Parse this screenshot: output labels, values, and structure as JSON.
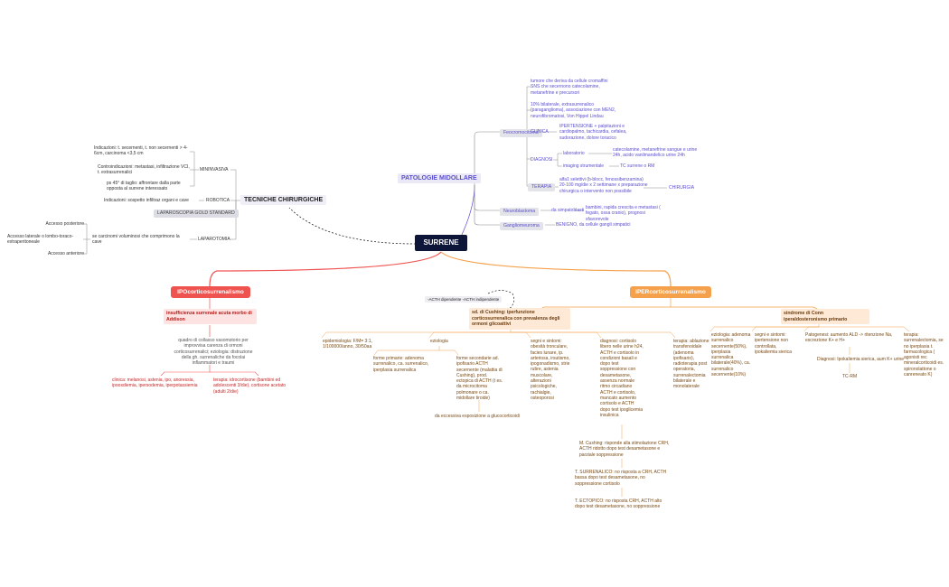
{
  "root": "SURRENE",
  "left_top": {
    "tecniche": "TECNICHE CHIRURGICHE",
    "mininvasiva": "MININVASIVA",
    "mininvasiva_items": [
      "Indicazioni: t. secernenti, t. non secernenti > 4-6cm, carcinoma <3,5 cm",
      "Controindicazioni: metastasi, infiltrazione VCI, t. extrasurrenalici",
      "ps 45° di taglio: affrontare dalla parte opposta al surrene interessato"
    ],
    "robotica": "ROBOTICA",
    "robotica_item": "Indicazioni: sospetto infiltraz organi e cave",
    "laparoscopia": "LAPAROSCOPIA GOLD STANDARD",
    "laparotomia": "LAPAROTOMIA",
    "laparotomia_item": "se carcinomi voluminosi che comprimono la cave",
    "accessi": [
      "Accesso posteriore",
      "Accesso laterale o lombo-toraco-extraperitoneale",
      "Accesso anteriore"
    ]
  },
  "right_top": {
    "patologie": "PATOLOGIE MIDOLLARE",
    "feo": "Feocromocitoma",
    "feo_items": [
      "tumore che deriva da cellule cromaffini SNS che secernono catecolamine, metanefrine e precursori",
      "10% bilaterale, extrasurrenalico (paraganglioma), associazione con MEN2, neurofibromatosi, Von Hippel Lindau"
    ],
    "clinica": "CLINICA",
    "clinica_text": "IPERTENSIONE + palpitazioni e cardiopalmo, tachicardia, cefalea, sudorazione, dolore toracico",
    "diagnosi": "DIAGNOSI",
    "laboratorio": "laboratorio",
    "laboratorio_text": "catecolamine, metanefrine sangue e urine 24h, acido vanilmandelico urine 24h",
    "imaging": "imaging strumentale",
    "imaging_text": "TC surrene o RM",
    "terapia": "TERAPIA",
    "terapia_text": "alfa1 selettivi (b-blocc, fenossibenzamina) 20-100 mg/die x 2 settimane x preparazione chirurgica o intervento non possibile",
    "chirurgia": "CHIRURGIA",
    "neuro": "Neuroblastoma",
    "neuro_mid": "da simpatoblasti",
    "neuro_text": "bambini, rapida crescita e metastasi ( fegato, ossa cranio), prognosi sfavorevole",
    "ganglio": "Gangliomeuroma",
    "ganglio_text": "BENIGNO, da cellule gangli simpatici"
  },
  "ipo": {
    "title": "IPOcorticosurrenalismo",
    "sub": "insufficienza surrenale acuta morbo di Addison",
    "desc": "quadro di collasso vasomotorio per improvvisa carenza di ormoni corticosurrenalici; eziologia: distruzione della gh. surrenaliche da focolai inflammatori e traumi",
    "clinica": "clinica: melanosi, astenia, ipo, anoressia, ipoosdiemia, ipersodemia, iperpotassiemia",
    "terapia": "terapia: idrocortisone (bambini ed adolescenti 3/die), cortisone acetato (adulti 2/die)"
  },
  "iper": {
    "title": "IPERcorticosurrenalismo",
    "acth": "-ACTH dipendente -ACTH indipendente",
    "cushing": "sd. di Cushing: iperfunzione corticosurrenalica con prevalenza degli ormoni glicoattivi",
    "conn": "sindrome di Conn iperaldosteronismo primario",
    "epidemiologia": "epidemiologia: F/M= 3:1, 1/100000/anno, 30/50aa",
    "eziologia": "eziologia",
    "forme_primarie": "forme primarie: adenoma surrenalico, ca. surrenalico, iperplasia surrenalica",
    "forme_secondarie": "forme secondarie ad. ipofisario ACTH secernente (malattia di Cushing), prod. ectopica di ACTH (t es. da microcitoma polmonare o ca. midollare tiroide)",
    "esposizione": "da eccessiva esposizione a glucocorticoidi",
    "segni": "segni e sintomi: obesità tronculare, facies lunare, ip. arteriosa, irsutismo, ipogonadismo, strie rubre, astenia muscolare, alterazioni psicologiche, rachialgie, osteoporosi",
    "diagnosi": "diagnosi: cortisolo libero nelle urine h24, ACTH e cortisolo in condizioni basali e dopo test soppressione con desametasone, assenza normale ritmo circadiano ACTH e cortisolo, mancato aumento cortisolo e ACTH dopo test ipoglicemia insulinica",
    "terapia": "terapia: ablazione transfenoidale (adenoma ipofisario), radioterapia post operatoria, surrenalectomia bilaterale e monolaterale",
    "m_cushing": "M. Cushing: risponde alla stimolazione CRH, ACTH ridotto dopo test desametasone e parziale soppressione",
    "t_surrenalico": "T. SURRENALICO: no risposta a CRH, ACTH bassa dopo test desametasone, no soppressione cortisolo",
    "t_ectopico": "T. ECTOPICO: no risposta CRH, ACTH alto dopo test desametasone, no soppressione",
    "conn_ezio": "eziologia: adenoma surrenalico secernente(50%), iperplasia surrenalica bilaterale(40%), ca. surrenalico secernente(10%)",
    "conn_segni": "segni e sintomi: ipertensione non controllata, ipokaliemia sierica",
    "conn_pato": "Patogenesi: aumento ALD -> ritenzione Na, escrezione K+ e H+",
    "conn_diag": "Diagnosi: Ipokaliemia sierica, aum K+ urine",
    "conn_tc": "TC-RM",
    "conn_terapia": "terapia: surrenalectomia, se no iperplasia t. farmacologica ( agonisti rec mineralcorticoidi es. spironolattone o canreneato K)"
  },
  "colors": {
    "root": "#0d1538",
    "ipo": "#ef5350",
    "iper": "#f5a04a",
    "purple_text": "#5a4fcf"
  }
}
